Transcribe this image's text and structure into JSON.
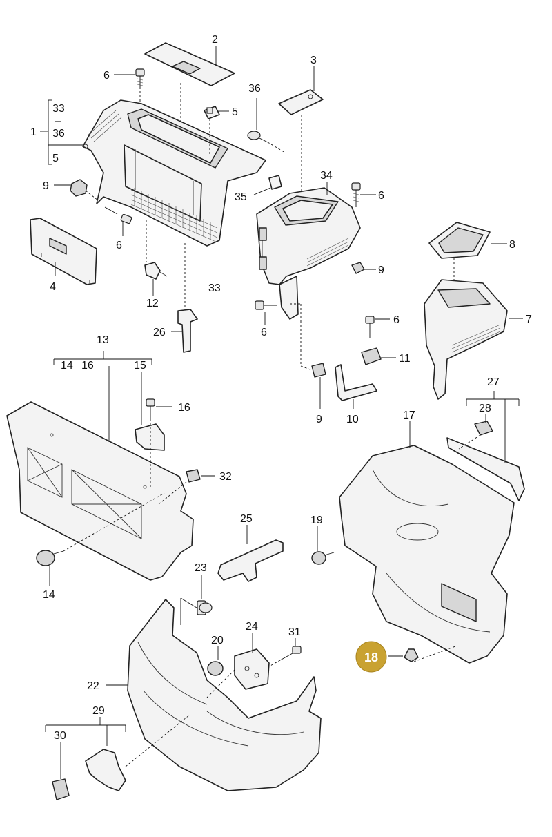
{
  "highlight_color": "#c9a231",
  "labels": {
    "p1": "1",
    "p1_33": "33",
    "p1_dash": "–",
    "p1_36": "36",
    "p1_5": "5",
    "p2": "2",
    "p3": "3",
    "p4": "4",
    "p5": "5",
    "p6a": "6",
    "p6b": "6",
    "p6c": "6",
    "p6d": "6",
    "p6e": "6",
    "p7": "7",
    "p8": "8",
    "p9a": "9",
    "p9b": "9",
    "p9c": "9",
    "p10": "10",
    "p11": "11",
    "p12": "12",
    "p13": "13",
    "p13_14": "14",
    "p13_16": "16",
    "p15": "15",
    "p16": "16",
    "p14": "14",
    "p17": "17",
    "p18": "18",
    "p19": "19",
    "p20": "20",
    "p22": "22",
    "p23": "23",
    "p24": "24",
    "p25": "25",
    "p26": "26",
    "p27": "27",
    "p28": "28",
    "p29": "29",
    "p30": "30",
    "p31": "31",
    "p32": "32",
    "p33": "33",
    "p34": "34",
    "p35": "35",
    "p36": "36"
  }
}
